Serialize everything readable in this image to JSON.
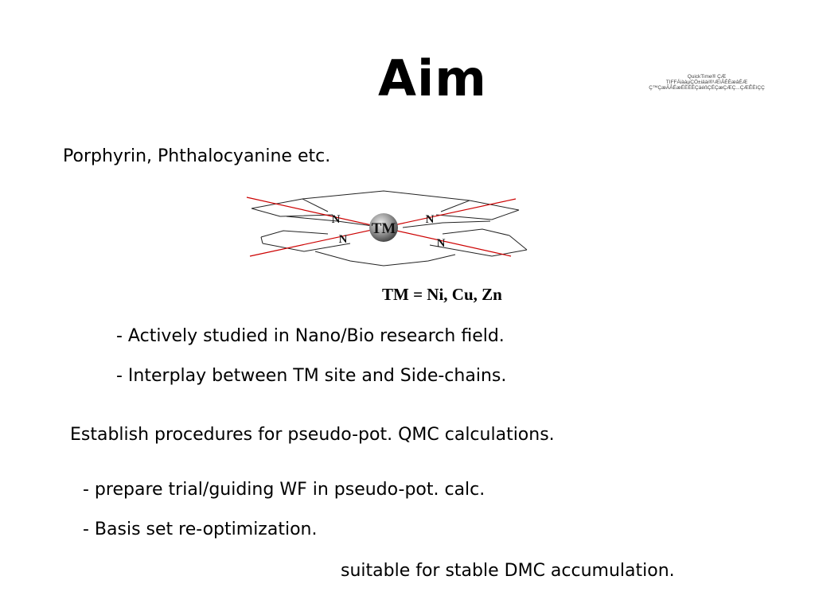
{
  "slide": {
    "title": "Aim",
    "quicktime_notice": {
      "line1": "QuickTime® ÇÆ",
      "line2": "TIFFÁiààµÇÖ±iäài®¹ÆìÃÉÈæâÉÆ",
      "line3": "Ç™ÇæÃÂÉæÉÈÉÉÇäéßÇÉÇæÇÆÇ...ÇÆÊÈìÇÇ"
    },
    "subtitle": "Porphyrin, Phthalocyanine etc.",
    "molecule": {
      "center_label": "TM",
      "n_label": "N"
    },
    "formula": "TM = Ni, Cu, Zn",
    "bullets_1": [
      "- Actively studied in Nano/Bio research field.",
      "- Interplay between TM site and Side-chains."
    ],
    "heading_2": "Establish procedures for pseudo-pot. QMC calculations.",
    "bullets_2": [
      "- prepare trial/guiding WF in pseudo-pot. calc.",
      "- Basis set re-optimization."
    ],
    "footer_note": "suitable for stable DMC accumulation."
  },
  "colors": {
    "text": "#000000",
    "axis_lines": "#cc0000",
    "metal_center": "#7a7a7a"
  }
}
